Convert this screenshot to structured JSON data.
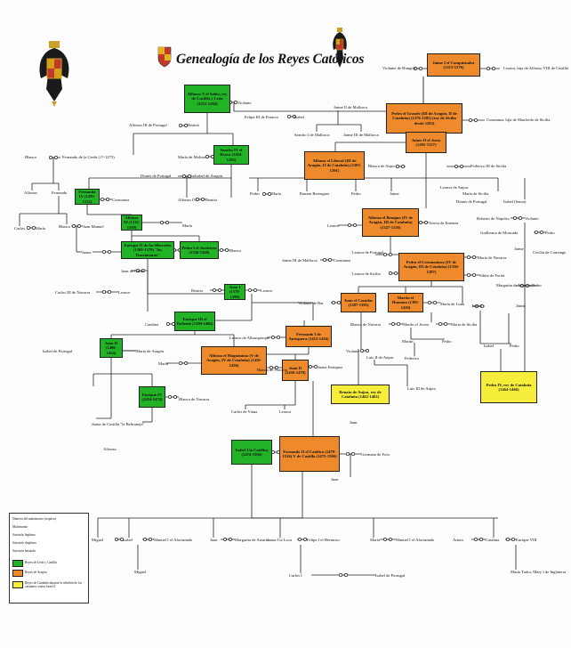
{
  "title": "Genealogía de los Reyes Católicos",
  "colors": {
    "castilla": "#21b226",
    "aragon": "#ee8a2c",
    "catalunya": "#f6ee3b",
    "line": "#222222"
  },
  "boxes": {
    "alfonso_x": {
      "text": "Alfonso X el Sabio, rey de Castilla y León (1252-1284)",
      "kind": "castilla"
    },
    "sancho_iv": {
      "text": "Sancho IV el Bravo (1284-1295)",
      "kind": "castilla"
    },
    "fernando_iv": {
      "text": "Fernando IV (1295-1312)",
      "kind": "castilla"
    },
    "alfonso_xi": {
      "text": "Alfonso XI (1312-1350)",
      "kind": "castilla"
    },
    "enrique_ii": {
      "text": "Enrique II de las Mercedes (1369-1379) \"los Trastámaras\"",
      "kind": "castilla"
    },
    "pedro_i": {
      "text": "Pedro I el Justiciero (1350-1369)",
      "kind": "castilla"
    },
    "juan_i": {
      "text": "Juan I (1379-1390)",
      "kind": "castilla"
    },
    "enrique_iii": {
      "text": "Enrique III el Doliente (1390-1406)",
      "kind": "castilla"
    },
    "juan_ii_c": {
      "text": "Juan II (1406-1454)",
      "kind": "castilla"
    },
    "enrique_iv": {
      "text": "Enrique IV (1454-1474)",
      "kind": "castilla"
    },
    "isabel": {
      "text": "Isabel I la Católica (1474-1504)",
      "kind": "castilla"
    },
    "jaime_i": {
      "text": "Jaime I el Conquistador (1213-1276)",
      "kind": "aragon"
    },
    "pedro_iii": {
      "text": "Pedro el Grande (III de Aragón, II de Cataluña) (1276-1285) (rey de Sicilia desde 1282)",
      "kind": "aragon"
    },
    "alfonso_iii": {
      "text": "Alfonso el Liberal (III de Aragón, II de Cataluña) (1285-1291)",
      "kind": "aragon"
    },
    "jaime_ii": {
      "text": "Jaime II el Justo (1291-1327)",
      "kind": "aragon"
    },
    "alfonso_iv": {
      "text": "Alfonso el Benigno (IV de Aragón, III de Cataluña) (1327-1336)",
      "kind": "aragon"
    },
    "pedro_iv": {
      "text": "Pedro el Ceremonioso (IV de Aragón, III de Cataluña) (1336-1387)",
      "kind": "aragon"
    },
    "juan_i_a": {
      "text": "Juan el Cazador (1387-1395)",
      "kind": "aragon"
    },
    "martin": {
      "text": "Martín el Humano (1395-1410)",
      "kind": "aragon"
    },
    "fernando_i": {
      "text": "Fernando I de Antequera (1412-1416)",
      "kind": "aragon"
    },
    "alfonso_v": {
      "text": "Alfonso el Magnánimo (V de Aragón, IV de Cataluña) (1416-1458)",
      "kind": "aragon"
    },
    "juan_ii_a": {
      "text": "Juan II (1458-1479)",
      "kind": "aragon"
    },
    "fernando_ii": {
      "text": "Fernando II el Católico (1479-1516) V de Castilla (1475-1506)",
      "kind": "aragon"
    },
    "renato": {
      "text": "Renato de Anjou, rey de Cataluña (1462-1463)",
      "kind": "catalunya"
    },
    "pedro_iv_cat": {
      "text": "Pedro IV, rey de Cataluña (1464-1466)",
      "kind": "catalunya"
    }
  },
  "labels": {
    "violante_hungria": "Violante de Hungría",
    "leonor_castilla": "Leonor, hija de Alfonso VIII de Castilla",
    "violante": "Violante",
    "alfonso_iii_portugal": "Alfonso III de Portugal",
    "beatriz1": "Beatriz",
    "felipe_iii": "Felipe III de Francia",
    "isabel1": "Isabel",
    "jaime_ii_mallorca": "Jaime II de Mallorca",
    "sancho_i": "Sancho I de Mallorca",
    "jaime_iii_m1": "Jaime III de Mallorca",
    "constanza_sicilia": "Constanza, hija de Manfredo de Sicilia",
    "blanca1": "Blanca",
    "fernando_cerda": "Fernando de la Cerda (1?-1275)",
    "maria_molina": "María de Molina",
    "dionis": "Dionís de Portugal",
    "isabel_aragon": "Isabel de Aragón",
    "blanca_anjou": "Blanca de Anjou",
    "federico_sicilia": "Federico III de Sicilia",
    "leonor_anjou": "Leonor de Anjou",
    "alfonso": "Alfonso",
    "fernando": "Fernando",
    "constanza1": "Constanza",
    "alfonso_iv_p": "Alfonso IV",
    "beatriz2": "Beatriz",
    "pedro1": "Pedro",
    "maria1": "María",
    "ramon": "Ramon Berenguer",
    "pedro2": "Pedro",
    "jaime1": "Jaime",
    "maria_sicilia": "María de Sicilia",
    "dionis_portugal": "Dionís de Portugal",
    "isabel_santa": "Isabel (Santa)",
    "carlos1": "Carlos",
    "maria2": "María",
    "blanca2": "Blanca",
    "juan_manuel": "Juan Manuel",
    "maria3": "María",
    "leonor1": "Leonor",
    "teresa": "Teresa de Entenza",
    "roberto": "Roberto de Nápoles",
    "violante2": "Violante",
    "guillerma": "Guillerma de Moncada",
    "pedro3": "Pedro",
    "juana1": "Juana",
    "blanca3": "Blanca",
    "jaime_iii_m2": "Jaime III de Mallorca",
    "constanza2": "Constanza",
    "leonor_portugal": "Leonor de Portugal",
    "maria_navarra": "María de Navarra",
    "jaime2": "Jaime",
    "cecilia": "Cecilia de Comenge",
    "juan_gante": "Juan de Gante",
    "leonor_sicilia": "Leonor de Sicilia",
    "sibila": "Sibila de Fortià",
    "carlos_iii": "Carlos III de Navarra",
    "leonor2": "Leonor",
    "beatriz3": "Beatriz",
    "leonor3": "Leonor",
    "margarita": "Margarita de Monferrato",
    "pedro4": "Pedro",
    "violante_bar": "Violante de Bar",
    "maria_luna": "María de Luna",
    "catalina1": "Catalina",
    "isabel2": "Isabel",
    "jaime3": "Jaime",
    "leonor_alburquerque": "Leonor de Alburquerque",
    "blanca_navarra": "Blanca de Navarra",
    "martin_joven": "Martín el Joven",
    "maria_sicilia2": "María de Sicilia",
    "isabel_portugal": "Isabel de Portugal",
    "maria_aragon": "María de Aragón",
    "maria4": "María",
    "martin2": "Martín",
    "pedro5": "Pedro",
    "federico": "Federico",
    "isabel3": "Isabel",
    "pedro6": "Pedro",
    "violante3": "Violante",
    "luis_anjou1": "Luis II de Anjou",
    "juana_enriquez": "Juana Enríquez",
    "blanca_navarra2": "Blanca de Navarra",
    "luis_anjou2": "Luis III de Anjou",
    "blanca_navarra3": "Blanca de Navarra",
    "carlos_viana": "Carlos de Viana",
    "leonor4": "Leonor",
    "juana_beltraneja": "Juana de Castilla \"la Beltraneja\"",
    "alfonso2": "Alfonso",
    "juan1": "Juan",
    "germana": "Germana de Foix",
    "juan2": "Juan",
    "miguel": "Miguel",
    "isabel4": "Isabel",
    "manuel1": "Manuel I el Afortunado",
    "juan3": "Juan",
    "margarita_austria": "Margarita de Austria",
    "juana_loca": "Juana I la Loca",
    "felipe": "Felipe I el Hermoso",
    "maria5": "María",
    "manuel2": "Manuel I el Afortunado",
    "arturo": "Arturo",
    "catalina2": "Catalina",
    "enrique_viii": "Enrique VIII",
    "miguel2": "Miguel",
    "carlos_i": "Carlos I",
    "isabel_portugal2": "Isabel de Portugal",
    "maria_tudor": "María Tudor, Mary I de Inglaterra"
  },
  "legend": {
    "row1": "Número del matrimonio (esquiva)",
    "row2": "Matrimonio",
    "row3": "Sucesión legítima",
    "row4": "Sucesión ilegítima",
    "row5": "Sucesión bastarda",
    "castilla": "Reyes de León y Castilla",
    "aragon": "Reyes de Aragón",
    "catalunya": "Reyes de Cataluña durante la rebelión de los catalanes contra Juan II"
  }
}
